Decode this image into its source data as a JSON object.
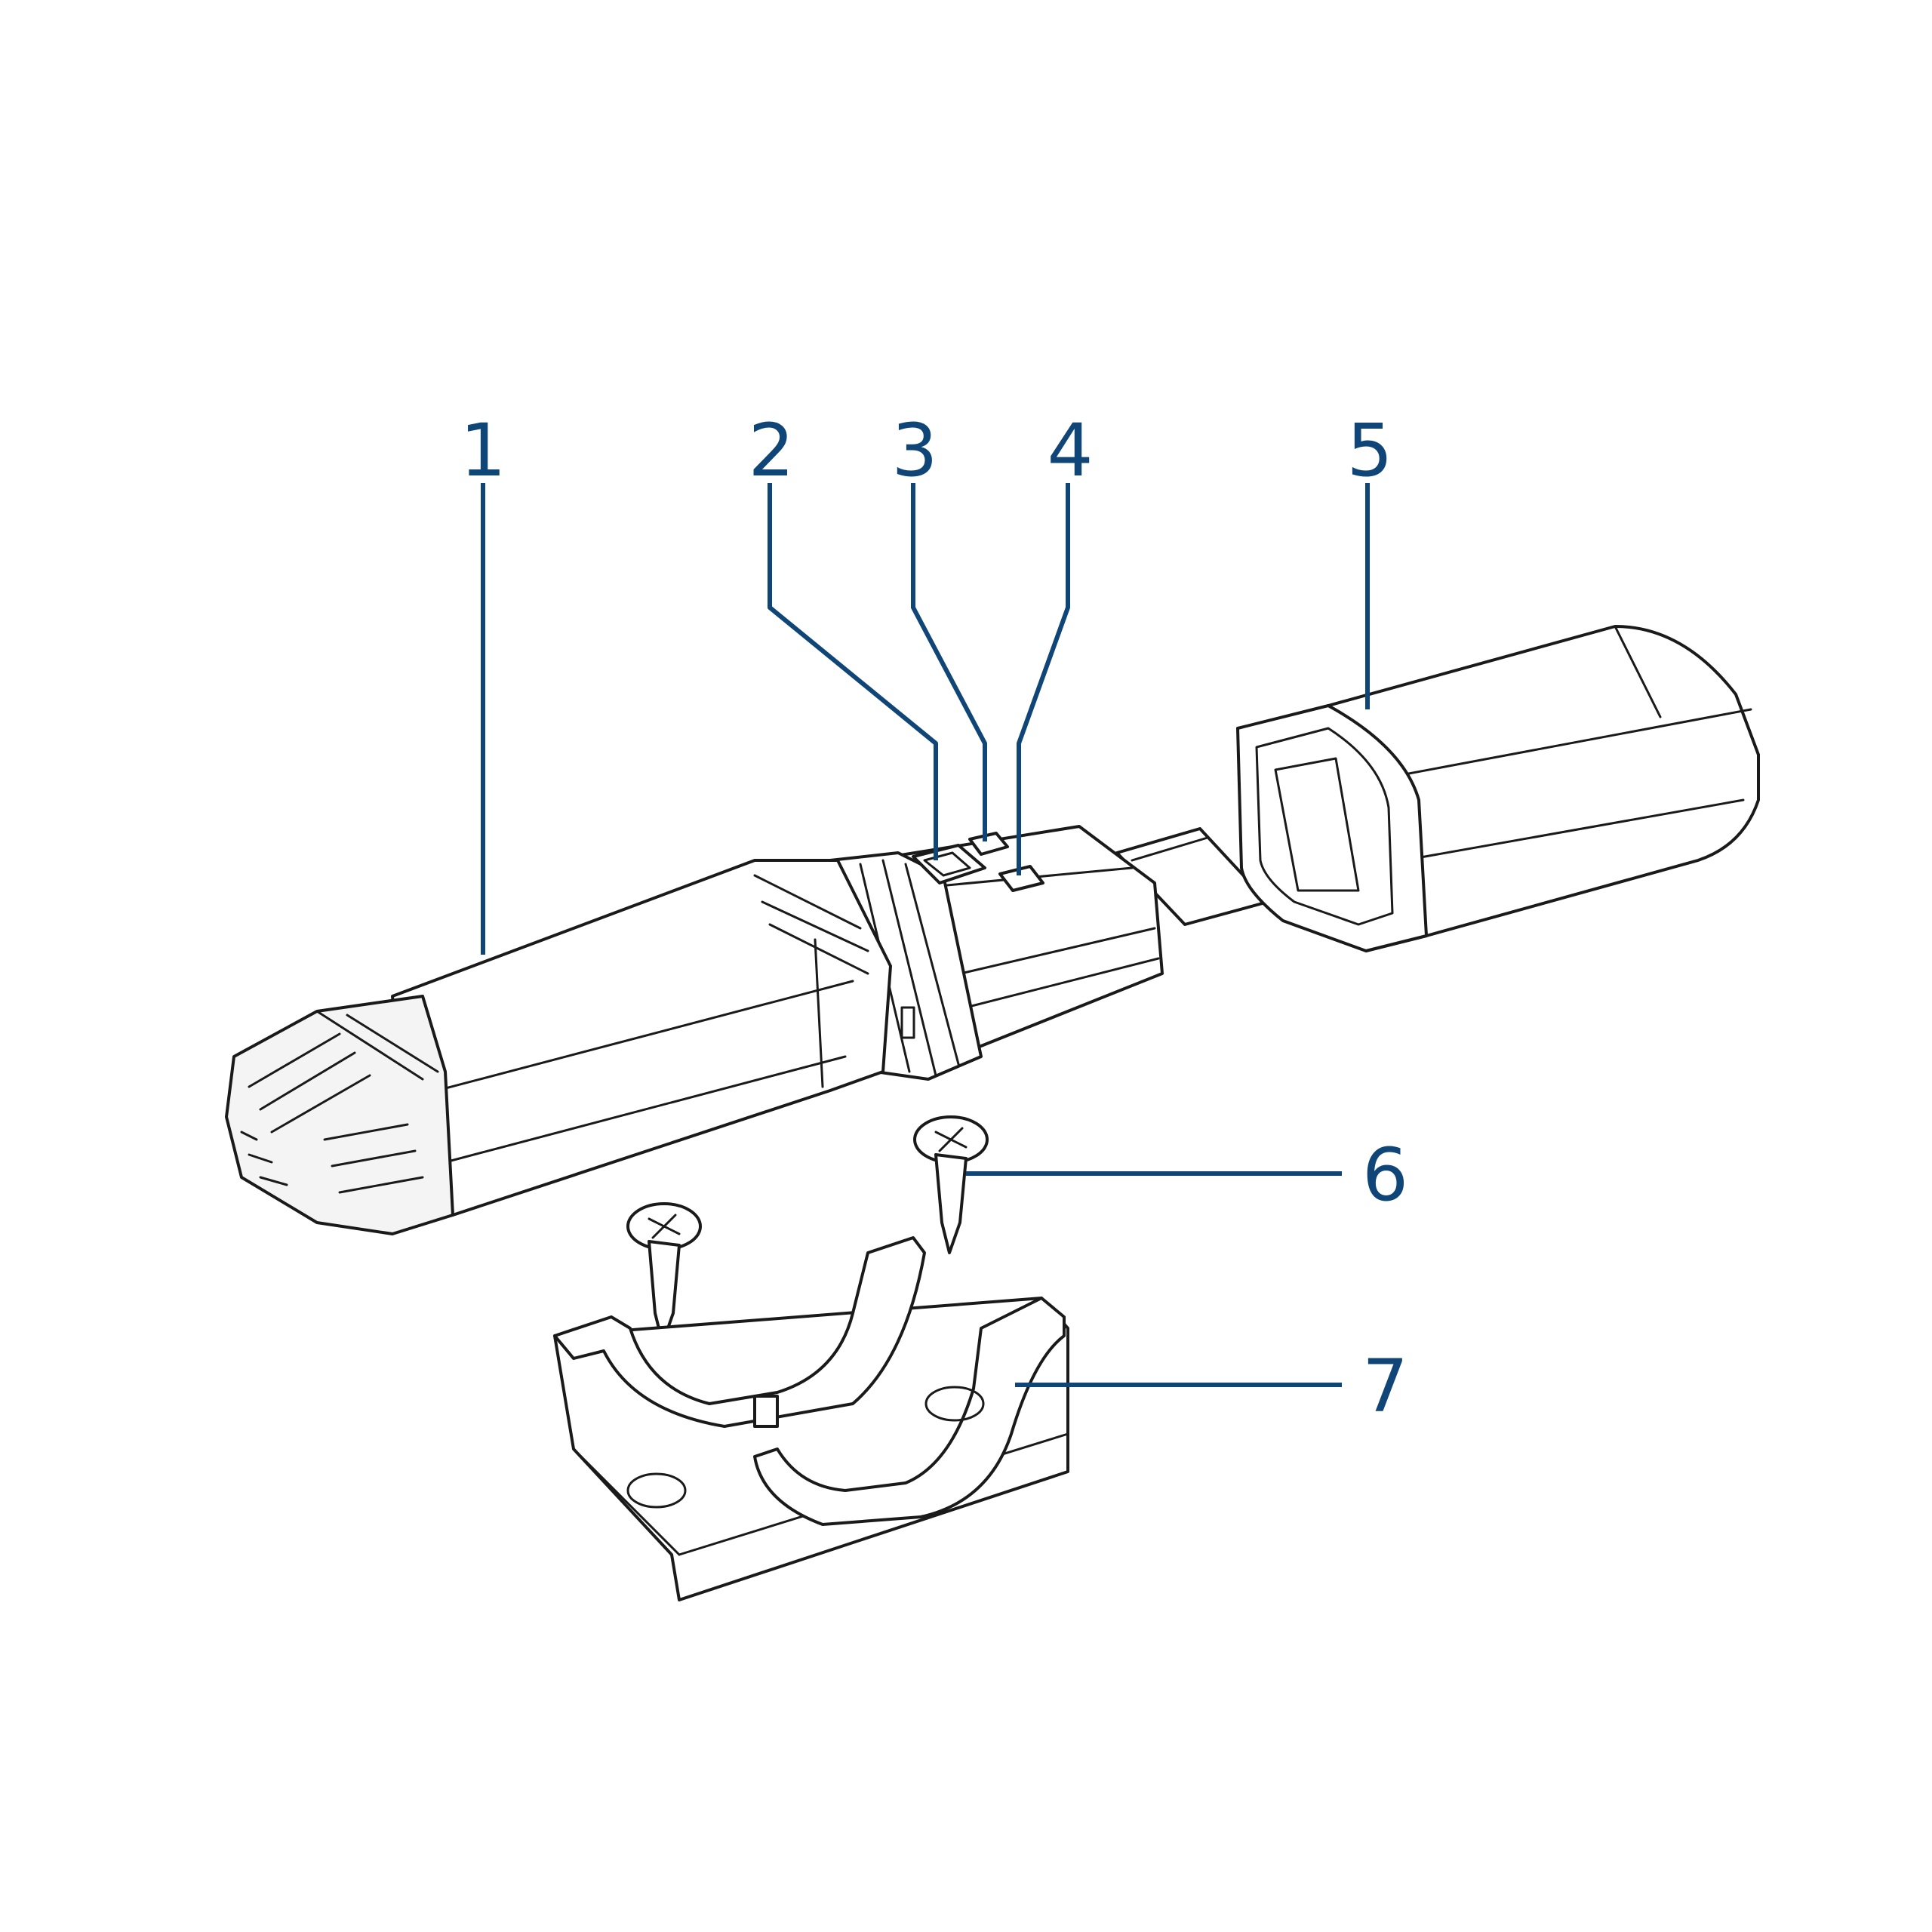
{
  "colors": {
    "callout": "#0f4577",
    "ink": "#1a1a1a",
    "background": "#ffffff"
  },
  "callouts": [
    {
      "id": "1",
      "label": "1"
    },
    {
      "id": "2",
      "label": "2"
    },
    {
      "id": "3",
      "label": "3"
    },
    {
      "id": "4",
      "label": "4"
    },
    {
      "id": "5",
      "label": "5"
    },
    {
      "id": "6",
      "label": "6"
    },
    {
      "id": "7",
      "label": "7"
    }
  ],
  "parts": [
    {
      "callout": "1",
      "icon": "logger-body-icon"
    },
    {
      "callout": "2",
      "icon": "button-icon"
    },
    {
      "callout": "3",
      "icon": "led-indicator-icon"
    },
    {
      "callout": "4",
      "icon": "led-indicator-icon"
    },
    {
      "callout": "5",
      "icon": "protective-cap-icon"
    },
    {
      "callout": "6",
      "icon": "screw-icon"
    },
    {
      "callout": "7",
      "icon": "mounting-bracket-icon"
    }
  ]
}
